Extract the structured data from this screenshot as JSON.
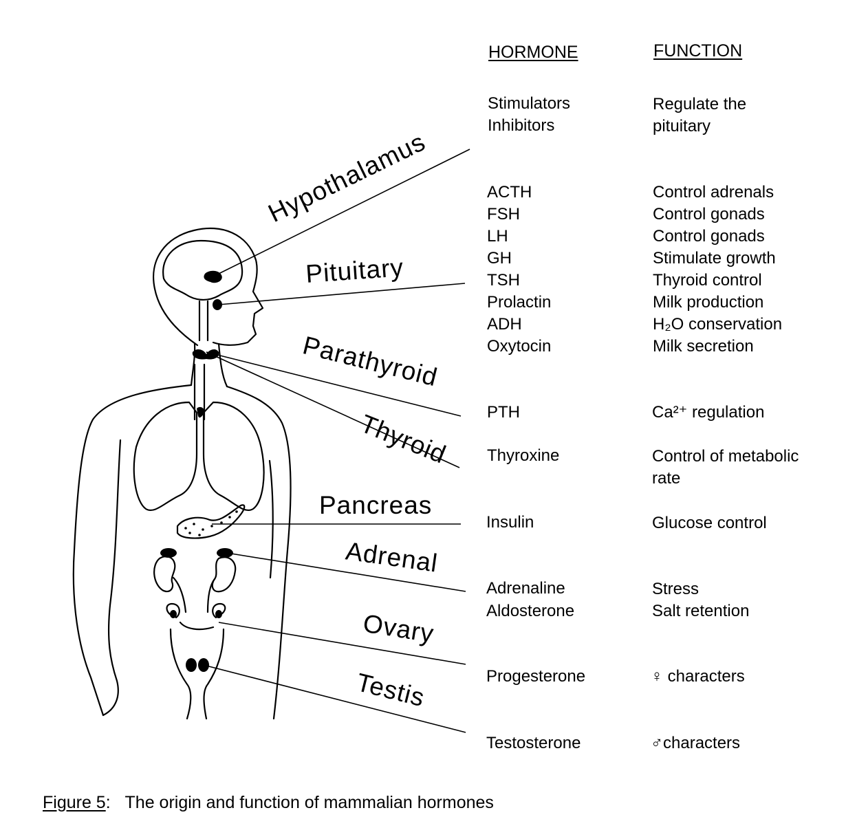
{
  "headers": {
    "hormone": "HORMONE",
    "function": "FUNCTION"
  },
  "glands": {
    "hypothalamus": "Hypothalamus",
    "pituitary": "Pituitary",
    "parathyroid": "Parathyroid",
    "thyroid": "Thyroid",
    "pancreas": "Pancreas",
    "adrenal": "Adrenal",
    "ovary": "Ovary",
    "testis": "Testis"
  },
  "rows": {
    "hypothalamus": {
      "hormones": [
        "Stimulators",
        "Inhibitors"
      ],
      "function": [
        "Regulate the",
        "pituitary"
      ]
    },
    "pituitary": {
      "hormones": [
        "ACTH",
        "FSH",
        "LH",
        "GH",
        "TSH",
        "Prolactin",
        "ADH",
        "Oxytocin"
      ],
      "function": [
        "Control adrenals",
        "Control gonads",
        "Control gonads",
        "Stimulate growth",
        "Thyroid control",
        "Milk production",
        "H₂O conservation",
        "Milk secretion"
      ]
    },
    "parathyroid": {
      "hormone": "PTH",
      "function": "Ca²⁺ regulation"
    },
    "thyroid": {
      "hormone": "Thyroxine",
      "function": [
        "Control of metabolic",
        "rate"
      ]
    },
    "pancreas": {
      "hormone": "Insulin",
      "function": "Glucose control"
    },
    "adrenal": {
      "hormones": [
        "Adrenaline",
        "Aldosterone"
      ],
      "function": [
        "Stress",
        "Salt retention"
      ]
    },
    "ovary": {
      "hormone": "Progesterone",
      "function": "♀ characters"
    },
    "testis": {
      "hormone": "Testosterone",
      "function": "♂characters"
    }
  },
  "caption": {
    "label": "Figure 5",
    "separator": ":",
    "text": "The origin and function of mammalian hormones"
  }
}
